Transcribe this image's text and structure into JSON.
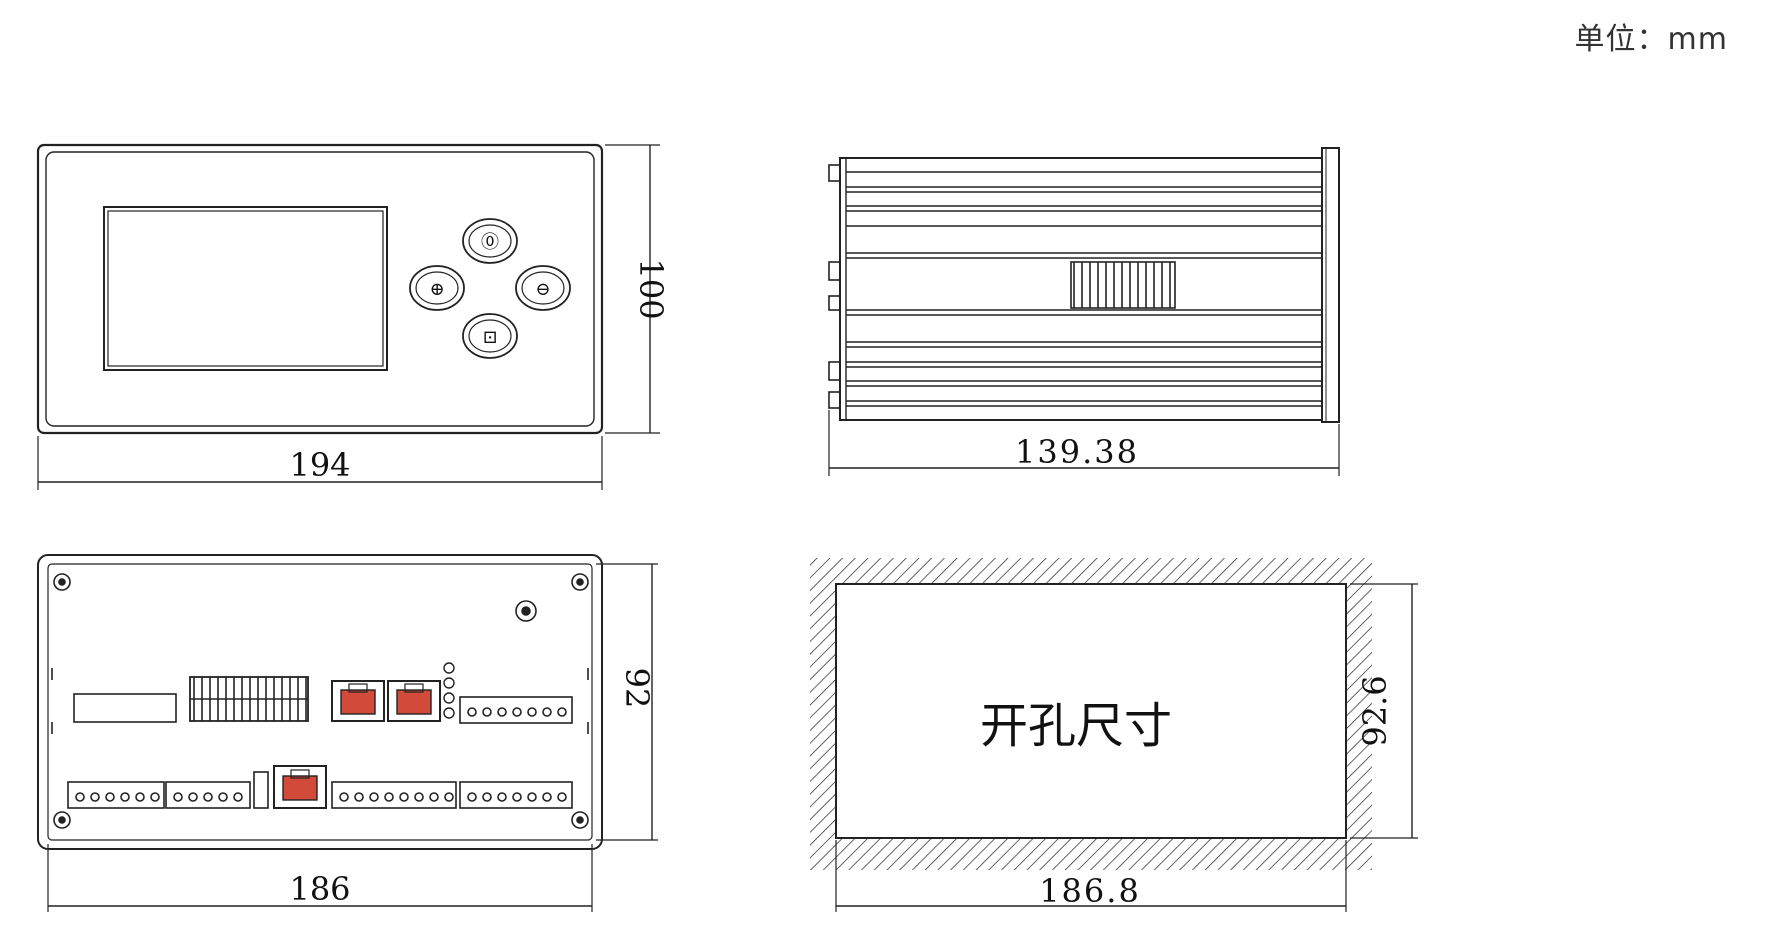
{
  "unit_label": "单位：mm",
  "front_view": {
    "width_dim": "194",
    "height_dim": "100",
    "keys": [
      "⓪",
      "⊕",
      "⊖",
      "⊡"
    ]
  },
  "side_view": {
    "length_dim": "139.38"
  },
  "rear_view": {
    "width_dim": "186",
    "height_dim": "92"
  },
  "cutout_view": {
    "label": "开孔尺寸",
    "width_dim": "186.8",
    "height_dim": "92.6"
  }
}
